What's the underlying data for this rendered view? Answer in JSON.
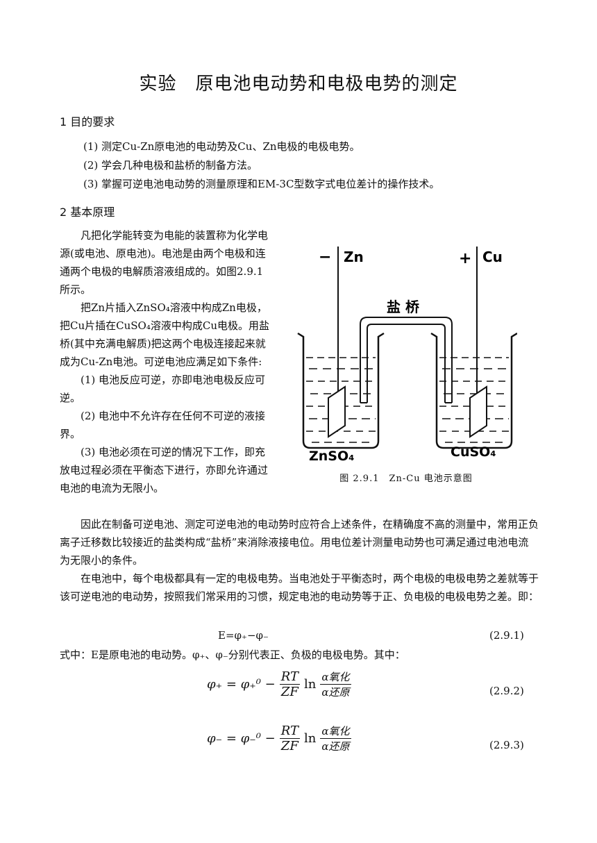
{
  "title": "实验　原电池电动势和电极电势的测定",
  "section1": {
    "heading": "1  目的要求",
    "items": [
      "(1)  测定Cu-Zn原电池的电动势及Cu、Zn电极的电极电势。",
      "(2)  学会几种电极和盐桥的制备方法。",
      "(3)  掌握可逆电池电动势的测量原理和EM-3C型数字式电位差计的操作技术。"
    ]
  },
  "section2": {
    "heading": "2  基本原理",
    "p1": "凡把化学能转变为电能的装置称为化学电源(或电池、原电池)。电池是由两个电极和连通两个电极的电解质溶液组成的。如图2.9.1所示。",
    "p2": "把Zn片插入ZnSO₄溶液中构成Zn电极，把Cu片插在CuSO₄溶液中构成Cu电极。用盐桥(其中充满电解质)把这两个电极连接起来就成为Cu-Zn电池。可逆电池应满足如下条件:",
    "c1": "(1)  电池反应可逆，亦即电池电极反应可逆。",
    "c2": "(2)  电池中不允许存在任何不可逆的液接界。",
    "c3": "(3)  电池必须在可逆的情况下工作，即充放电过程必须在平衡态下进行，亦即允许通过电池的电流为无限小。",
    "p3": "因此在制备可逆电池、测定可逆电池的电动势时应符合上述条件，在精确度不高的测量中，常用正负离子迁移数比较接近的盐类构成“盐桥”来消除液接电位。用电位差计测量电动势也可满足通过电池电流为无限小的条件。",
    "p4": "在电池中，每个电极都具有一定的电极电势。当电池处于平衡态时，两个电极的电极电势之差就等于该可逆电池的电动势，按照我们常采用的习惯，规定电池的电动势等于正、负电极的电极电势之差。即：",
    "eq1": "E=φ₊−φ₋",
    "eq1_num": "(2.9.1)",
    "eq1_note": "式中：E是原电池的电动势。φ₊、φ₋分别代表正、负极的电极电势。其中：",
    "eq2_lhs": "φ₊ = φ₊⁰ −",
    "eq2_num": "(2.9.2)",
    "eq3_lhs": "φ₋ = φ₋⁰ −",
    "eq3_num": "(2.9.3)",
    "frac_num": "RT",
    "frac_den": "ZF",
    "ln": "ln",
    "alpha_num": "α氧化",
    "alpha_den": "α还原"
  },
  "figure": {
    "minus": "−",
    "zn": "Zn",
    "plus": "+",
    "cu": "Cu",
    "salt_bridge": "盐 桥",
    "left_solution": "ZnSO₄",
    "right_solution": "CuSO₄",
    "caption": "图 2.9.1　Zn-Cu 电池示意图"
  }
}
